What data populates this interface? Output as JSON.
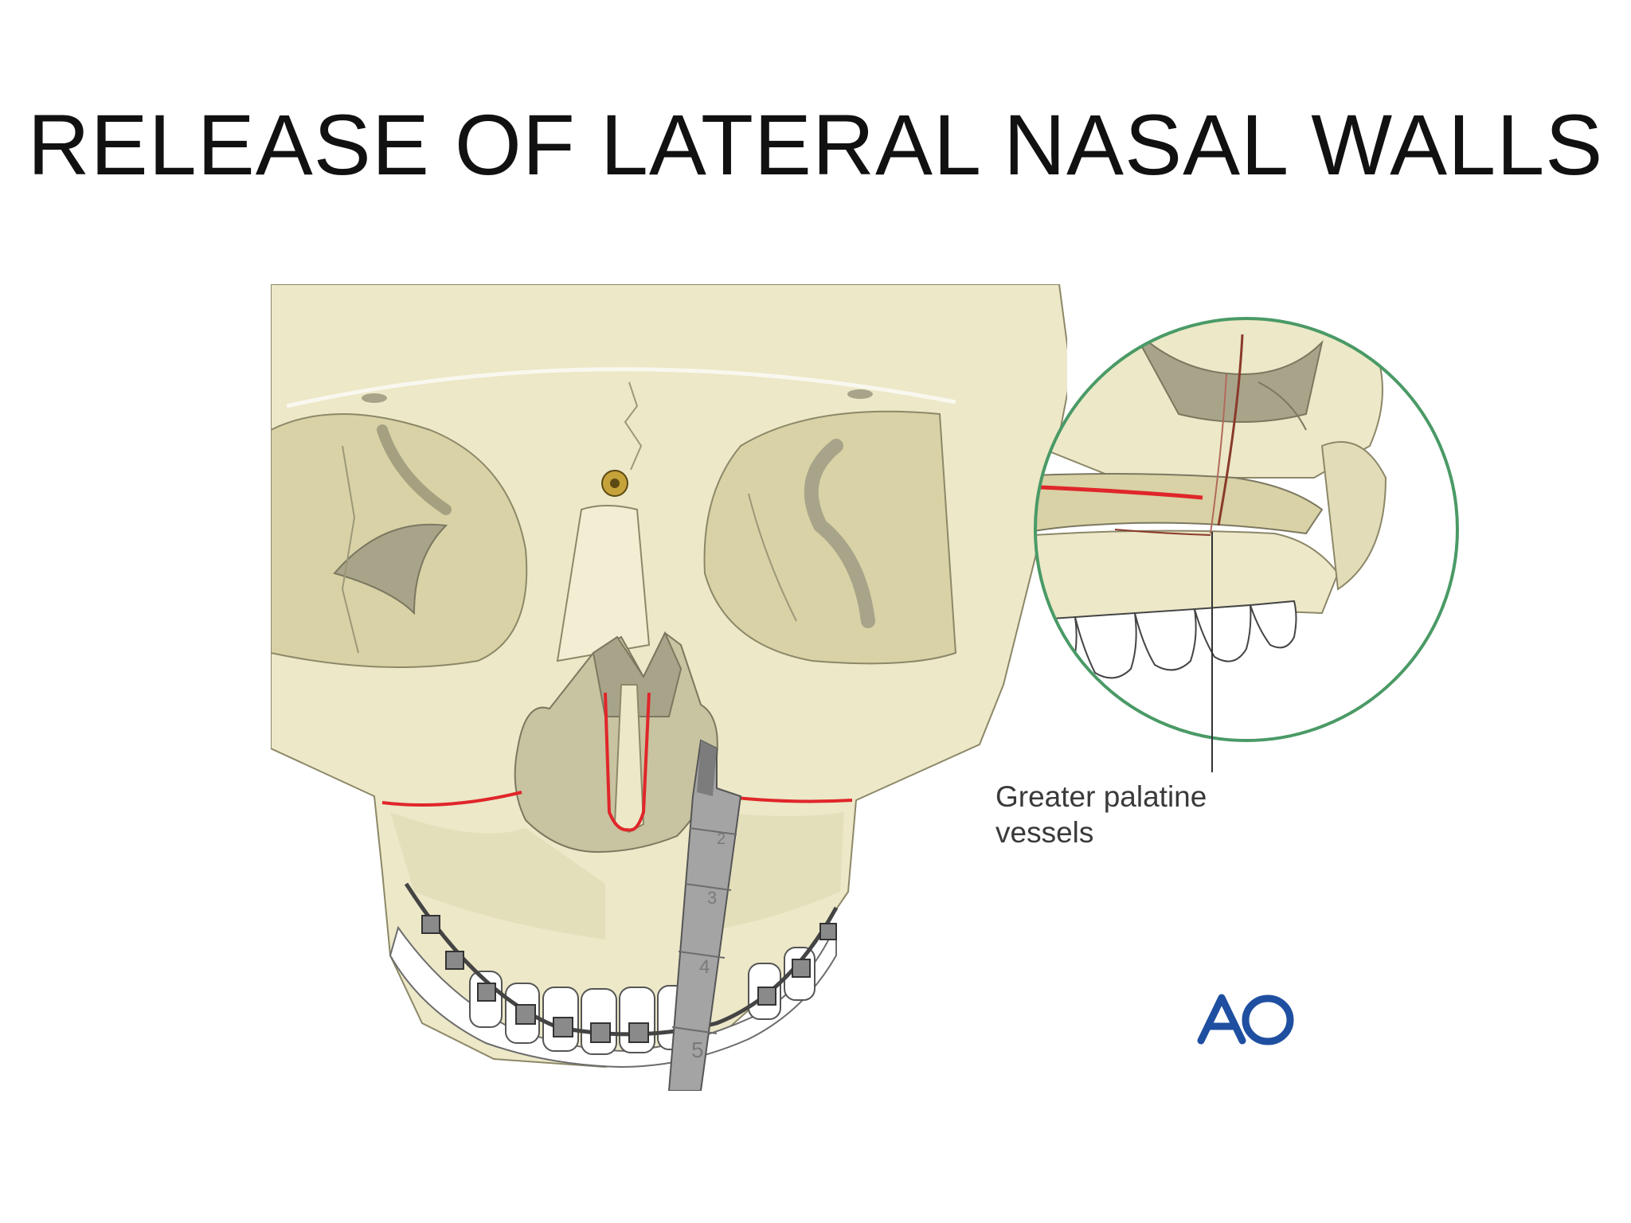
{
  "slide": {
    "title": "RELEASE OF LATERAL NASAL WALLS"
  },
  "figure": {
    "callout": {
      "line1": "Greater palatine",
      "line2": "vessels"
    },
    "ruler_marks": [
      "2",
      "3",
      "4",
      "5"
    ],
    "logo_text": "AO",
    "colors": {
      "bone": "#ece8c8",
      "bone_shadow": "#d8d2a6",
      "cavity": "#a8a48a",
      "cut_line": "#e0262a",
      "inset_border": "#4a9a66",
      "instrument": "#a4a4a4",
      "logo": "#1f4fa0"
    }
  }
}
